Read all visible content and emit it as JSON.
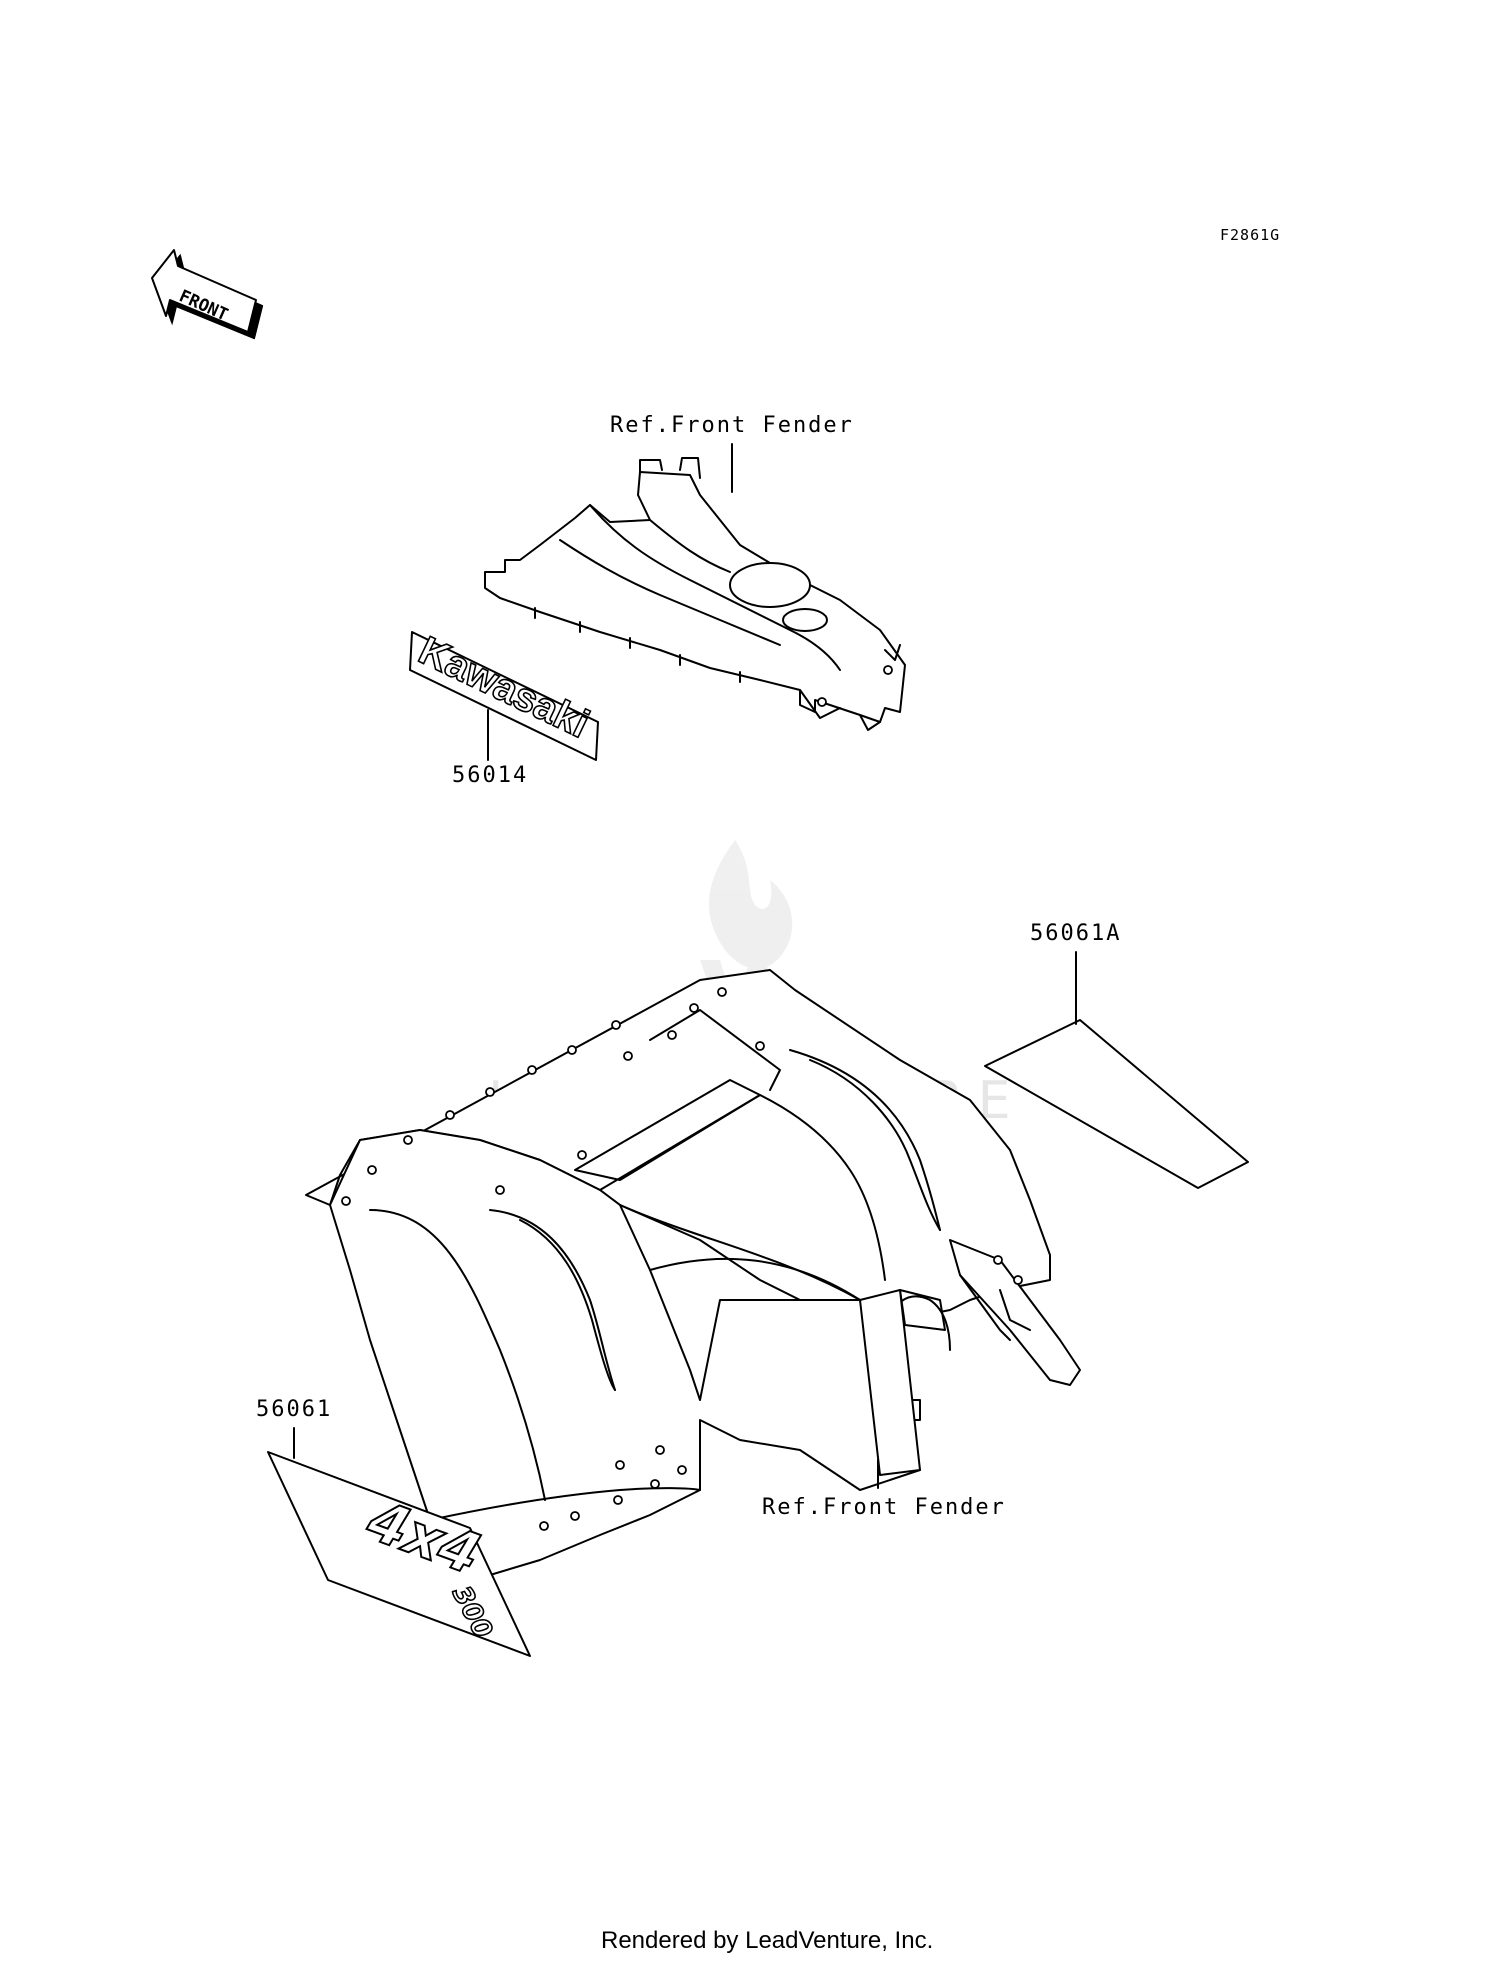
{
  "diagram_code": "F2861G",
  "front_arrow_label": "FRONT",
  "watermark": "LEADVENTURE",
  "footer": "Rendered by LeadVenture, Inc.",
  "callouts": {
    "ref_front_fender_top": "Ref.Front Fender",
    "part_56014": "56014",
    "part_56061A": "56061A",
    "part_56061": "56061",
    "ref_front_fender_bottom": "Ref.Front Fender"
  },
  "decals": {
    "kawasaki": "Kawasaki",
    "model_4x4": "4x4",
    "model_300": "300"
  }
}
